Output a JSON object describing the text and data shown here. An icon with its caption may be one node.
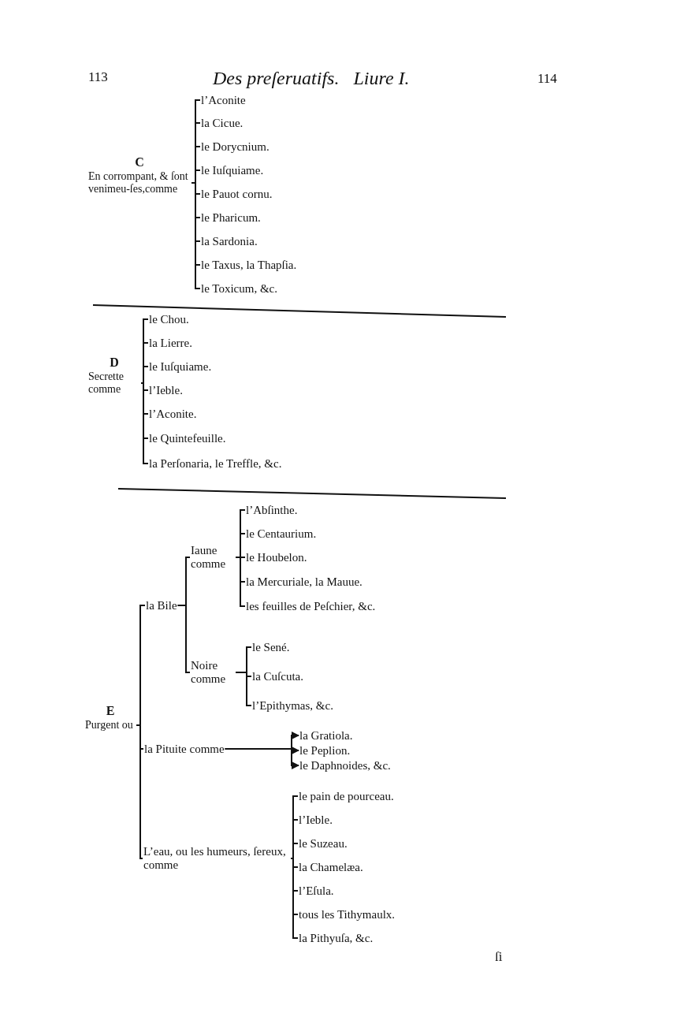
{
  "diagram": {
    "title": "Des preſeruatifs.   Liure I.",
    "nodes": [
      {
        "text": [
          "C",
          "En corrompant, & ſont venimeu-ſes,comme"
        ]
      },
      {
        "text": [
          "l’Aconite"
        ]
      },
      {
        "text": [
          "la Cicue."
        ]
      },
      {
        "text": [
          "le Dorycnium."
        ]
      },
      {
        "text": [
          "le Iuſquiame."
        ]
      },
      {
        "text": [
          "le Pauot cornu."
        ]
      },
      {
        "text": [
          "le Pharicum."
        ]
      },
      {
        "text": [
          "la Sardonia."
        ]
      },
      {
        "text": [
          "le Taxus, la Thapſia."
        ]
      },
      {
        "text": [
          "le Toxicum, &c."
        ]
      },
      {
        "text": [
          "D",
          "Secrette comme"
        ]
      },
      {
        "text": [
          "le Chou."
        ]
      },
      {
        "text": [
          "la Lierre."
        ]
      },
      {
        "text": [
          "le Iuſquiame."
        ]
      },
      {
        "text": [
          "l’Ieble."
        ]
      },
      {
        "text": [
          "l’Aconite."
        ]
      },
      {
        "text": [
          "le Quintefeuille."
        ]
      },
      {
        "text": [
          "la Perſonaria, le Treffle, &c."
        ]
      },
      {
        "text": [
          "E",
          "Purgent ou"
        ]
      },
      {
        "text": [
          "la Bile"
        ]
      },
      {
        "text": [
          "Iaune comme"
        ]
      },
      {
        "text": [
          "l’Abſinthe."
        ]
      },
      {
        "text": [
          "le Centaurium."
        ]
      },
      {
        "text": [
          "le Houbelon."
        ]
      },
      {
        "text": [
          "la Mercuriale, la Mauue."
        ]
      },
      {
        "text": [
          "les feuilles de Peſchier, &c."
        ]
      },
      {
        "text": [
          "Noire comme"
        ]
      },
      {
        "text": [
          "le Sené."
        ]
      },
      {
        "text": [
          "la Cuſcuta."
        ]
      },
      {
        "text": [
          "l’Epithymas, &c."
        ]
      },
      {
        "text": [
          "la Pituite comme"
        ]
      },
      {
        "text": [
          "la Gratiola."
        ]
      },
      {
        "text": [
          "le Peplion."
        ]
      },
      {
        "text": [
          "le Daphnoides, &c."
        ]
      },
      {
        "text": [
          "L’eau, ou les humeurs, ſereux, comme"
        ]
      },
      {
        "text": [
          "le pain de pourceau."
        ]
      },
      {
        "text": [
          "l’Ieble."
        ]
      },
      {
        "text": [
          "le Suzeau."
        ]
      },
      {
        "text": [
          "la Chamelæa."
        ]
      },
      {
        "text": [
          "l’Eſula."
        ]
      },
      {
        "text": [
          "tous les Tithymaulx."
        ]
      },
      {
        "text": [
          "la Pithyuſa, &c."
        ]
      }
    ],
    "edges": [
      {
        "from": 0,
        "to": 1,
        "arrow": "none"
      },
      {
        "from": 0,
        "to": 2,
        "arrow": "none"
      },
      {
        "from": 0,
        "to": 3,
        "arrow": "none"
      },
      {
        "from": 0,
        "to": 4,
        "arrow": "none"
      },
      {
        "from": 0,
        "to": 5,
        "arrow": "none"
      },
      {
        "from": 0,
        "to": 6,
        "arrow": "none"
      },
      {
        "from": 0,
        "to": 7,
        "arrow": "none"
      },
      {
        "from": 0,
        "to": 8,
        "arrow": "none"
      },
      {
        "from": 0,
        "to": 9,
        "arrow": "none"
      },
      {
        "from": 10,
        "to": 11,
        "arrow": "none"
      },
      {
        "from": 10,
        "to": 12,
        "arrow": "none"
      },
      {
        "from": 10,
        "to": 13,
        "arrow": "none"
      },
      {
        "from": 10,
        "to": 14,
        "arrow": "none"
      },
      {
        "from": 10,
        "to": 15,
        "arrow": "none"
      },
      {
        "from": 10,
        "to": 16,
        "arrow": "none"
      },
      {
        "from": 10,
        "to": 17,
        "arrow": "none"
      },
      {
        "from": 18,
        "to": 19,
        "arrow": "none"
      },
      {
        "from": 18,
        "to": 30,
        "arrow": "none"
      },
      {
        "from": 18,
        "to": 34,
        "arrow": "none"
      },
      {
        "from": 19,
        "to": 20,
        "arrow": "none"
      },
      {
        "from": 19,
        "to": 26,
        "arrow": "none"
      },
      {
        "from": 20,
        "to": 21,
        "arrow": "none"
      },
      {
        "from": 20,
        "to": 22,
        "arrow": "none"
      },
      {
        "from": 20,
        "to": 23,
        "arrow": "none"
      },
      {
        "from": 20,
        "to": 24,
        "arrow": "none"
      },
      {
        "from": 20,
        "to": 25,
        "arrow": "none"
      },
      {
        "from": 26,
        "to": 27,
        "arrow": "none"
      },
      {
        "from": 26,
        "to": 28,
        "arrow": "none"
      },
      {
        "from": 26,
        "to": 29,
        "arrow": "none"
      },
      {
        "from": 30,
        "to": 31,
        "arrow": "to"
      },
      {
        "from": 30,
        "to": 32,
        "arrow": "to"
      },
      {
        "from": 30,
        "to": 33,
        "arrow": "to"
      },
      {
        "from": 34,
        "to": 35,
        "arrow": "none"
      },
      {
        "from": 34,
        "to": 36,
        "arrow": "none"
      },
      {
        "from": 34,
        "to": 37,
        "arrow": "none"
      },
      {
        "from": 34,
        "to": 38,
        "arrow": "none"
      },
      {
        "from": 34,
        "to": 39,
        "arrow": "none"
      },
      {
        "from": 34,
        "to": 40,
        "arrow": "none"
      },
      {
        "from": 34,
        "to": 41,
        "arrow": "none"
      }
    ],
    "labels": [
      "113",
      "114",
      "ſi"
    ]
  }
}
